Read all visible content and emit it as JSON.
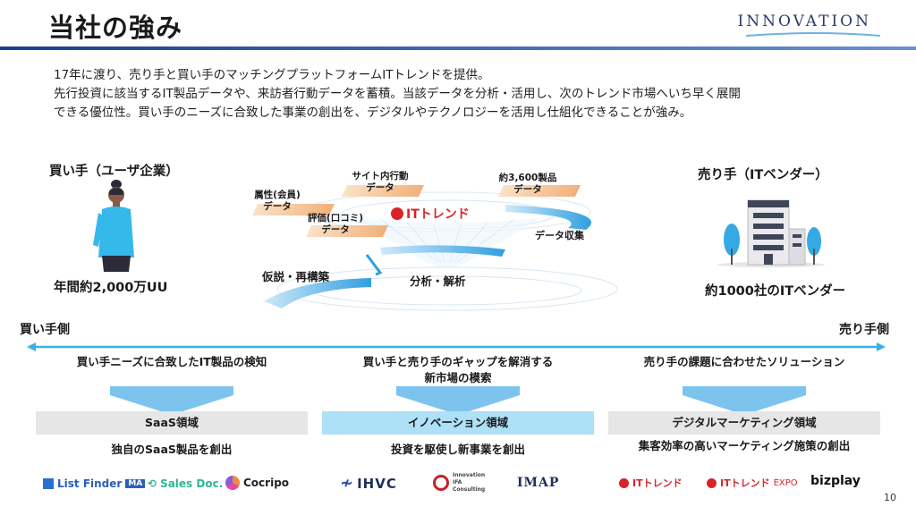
{
  "header": {
    "title": "当社の強み",
    "brand": "INNOVATION",
    "brand_color": "#2a3a6a",
    "bar_color": "#1b3f8c"
  },
  "intro": {
    "line1": "17年に渡り、売り手と買い手のマッチングプラットフォームITトレンドを提供。",
    "line2": "先行投資に該当するIT製品データや、来訪者行動データを蓄積。当該データを分析・活用し、次のトレンド市場へいち早く展開",
    "line3": "できる優位性。買い手のニーズに合致した事業の創出を、デジタルやテクノロジーを活用し仕組化できることが強み。"
  },
  "buyer": {
    "title": "買い手（ユーザ企業）",
    "stat": "年間約2,000万UU"
  },
  "seller": {
    "title": "売り手（ITベンダー）",
    "stat": "約1000社のITベンダー"
  },
  "diagram": {
    "tag1": "属性(会員)\nデータ",
    "tag2": "サイト内行動\nデータ",
    "tag3": "評価(口コミ)\nデータ",
    "tag4": "約3,600製品\nデータ",
    "center_logo": "ITトレンド",
    "collect": "データ収集",
    "analysis": "分析・解析",
    "hypothesis": "仮説・再構築"
  },
  "axis": {
    "left": "買い手側",
    "right": "売り手側",
    "color": "#3ab0e6"
  },
  "columns": [
    {
      "head": "買い手ニーズに合致したIT製品の検知",
      "domain": "SaaS領域",
      "sub": "独自のSaaS製品を創出",
      "logos": [
        "List Finder",
        "MA",
        "Sales Doc.",
        "Cocripo"
      ]
    },
    {
      "head": "買い手と売り手のギャップを解消する\n新市場の模索",
      "domain": "イノベーション領域",
      "sub": "投資を駆使し新事業を創出",
      "logos": [
        "IHVC",
        "Innovation IFA Consulting",
        "IMAP"
      ]
    },
    {
      "head": "売り手の課題に合わせたソリューション",
      "domain": "デジタルマーケティング領域",
      "sub": "集客効率の高いマーケティング施策の創出",
      "logos": [
        "ITトレンド",
        "ITトレンド",
        "EXPO",
        "bizplay"
      ]
    }
  ],
  "page_number": "10"
}
